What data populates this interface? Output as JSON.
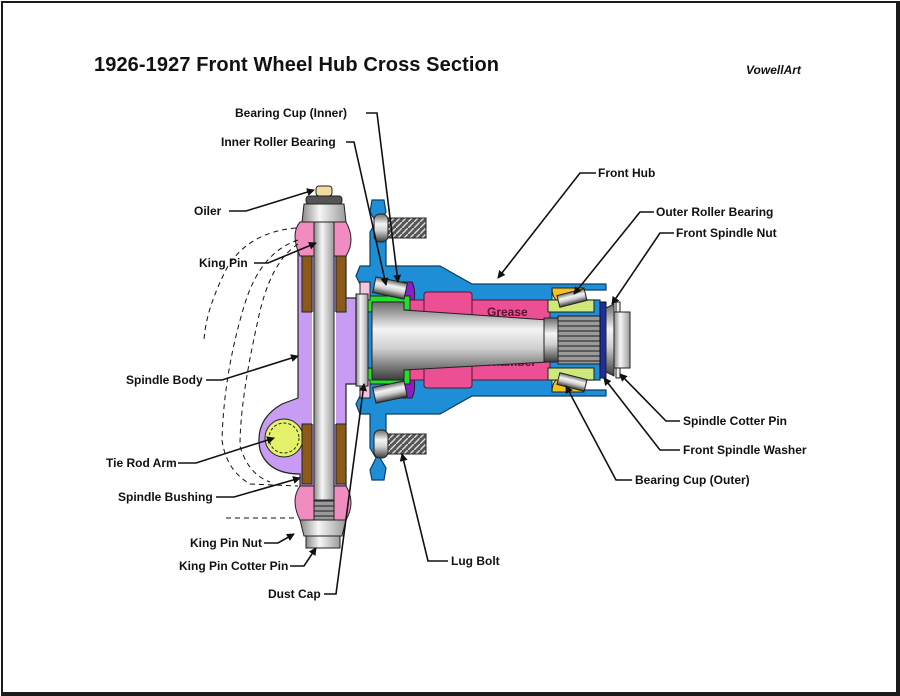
{
  "title": "1926-1927 Front Wheel Hub Cross Section",
  "credit": "VowellArt",
  "diagram": {
    "labels_left": [
      {
        "id": "bearing-cup-inner",
        "text": "Bearing Cup (Inner)"
      },
      {
        "id": "inner-roller-bearing",
        "text": "Inner Roller Bearing"
      },
      {
        "id": "oiler",
        "text": "Oiler"
      },
      {
        "id": "king-pin",
        "text": "King Pin"
      },
      {
        "id": "spindle-body",
        "text": "Spindle Body"
      },
      {
        "id": "tie-rod-arm",
        "text": "Tie Rod Arm"
      },
      {
        "id": "spindle-bushing",
        "text": "Spindle Bushing"
      },
      {
        "id": "king-pin-nut",
        "text": "King Pin Nut"
      },
      {
        "id": "king-pin-cotter-pin",
        "text": "King Pin Cotter Pin"
      },
      {
        "id": "dust-cap",
        "text": "Dust Cap"
      }
    ],
    "labels_right": [
      {
        "id": "front-hub",
        "text": "Front Hub"
      },
      {
        "id": "outer-roller-bearing",
        "text": "Outer Roller Bearing"
      },
      {
        "id": "front-spindle-nut",
        "text": "Front Spindle Nut"
      },
      {
        "id": "spindle-cotter-pin",
        "text": "Spindle Cotter Pin"
      },
      {
        "id": "front-spindle-washer",
        "text": "Front Spindle Washer"
      },
      {
        "id": "bearing-cup-outer",
        "text": "Bearing Cup (Outer)"
      },
      {
        "id": "lug-bolt",
        "text": "Lug Bolt"
      }
    ],
    "inline_text": {
      "grease": "Grease",
      "chamber": "Chamber"
    },
    "colors": {
      "hub": "#1e8fd6",
      "spindle_body": "#c79cf2",
      "king_pin_boss": "#f08cc0",
      "bushing": "#8b5a1a",
      "tie_rod": "#e4f26a",
      "inner_cone": "#22e02a",
      "bearing_cup_inner": "#8a1fc8",
      "grease": "#ec4f93",
      "outer_cup": "#f2c21e",
      "washer": "#1c2f9c",
      "steel": "#c8c8c8",
      "oiler": "#f0dca0"
    }
  }
}
